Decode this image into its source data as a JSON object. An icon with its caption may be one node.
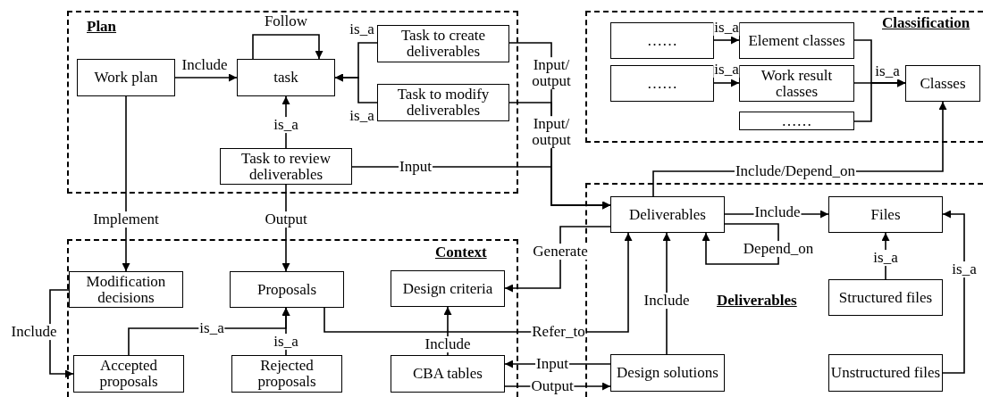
{
  "diagram": {
    "nodes": [
      {
        "text": [
          "Plan"
        ]
      },
      {
        "text": [
          "Work plan"
        ],
        "in": 0
      },
      {
        "text": [
          "task"
        ],
        "in": 0
      },
      {
        "text": [
          "Task to create deliverables"
        ],
        "in": 0
      },
      {
        "text": [
          "Task to modify deliverables"
        ],
        "in": 0
      },
      {
        "text": [
          "Task to review deliverables"
        ],
        "in": 0
      },
      {
        "text": [
          "Classification"
        ]
      },
      {
        "text": [
          "……"
        ],
        "in": 6
      },
      {
        "text": [
          "Element classes"
        ],
        "in": 6
      },
      {
        "text": [
          "……"
        ],
        "in": 6
      },
      {
        "text": [
          "Work result classes"
        ],
        "in": 6
      },
      {
        "text": [
          "……"
        ],
        "in": 6
      },
      {
        "text": [
          "Classes"
        ],
        "in": 6
      },
      {
        "text": [
          "Context"
        ]
      },
      {
        "text": [
          "Modification decisions"
        ],
        "in": 13
      },
      {
        "text": [
          "Proposals"
        ],
        "in": 13
      },
      {
        "text": [
          "Design criteria"
        ],
        "in": 13
      },
      {
        "text": [
          "Accepted proposals"
        ],
        "in": 13
      },
      {
        "text": [
          "Rejected proposals"
        ],
        "in": 13
      },
      {
        "text": [
          "CBA tables"
        ],
        "in": 13
      },
      {
        "text": [
          "Deliverables"
        ]
      },
      {
        "text": [
          "Deliverables"
        ],
        "in": 20
      },
      {
        "text": [
          "Files"
        ],
        "in": 20
      },
      {
        "text": [
          "Structured files"
        ],
        "in": 20
      },
      {
        "text": [
          "Design solutions"
        ],
        "in": 20
      },
      {
        "text": [
          "Unstructured files"
        ],
        "in": 20
      }
    ],
    "edges": [
      {
        "from": 1,
        "to": 2,
        "arrow": "to",
        "label": "Include"
      },
      {
        "from": 2,
        "to": 2,
        "arrow": "to",
        "label": "Follow"
      },
      {
        "from": 3,
        "to": 2,
        "arrow": "to",
        "label": "is_a"
      },
      {
        "from": 4,
        "to": 2,
        "arrow": "to",
        "label": "is_a"
      },
      {
        "from": 5,
        "to": 2,
        "arrow": "to",
        "label": "is_a"
      },
      {
        "from": 3,
        "to": 21,
        "arrow": "to",
        "label": "Input/ output"
      },
      {
        "from": 4,
        "to": 21,
        "arrow": "to",
        "label": "Input/ output"
      },
      {
        "from": 5,
        "to": 21,
        "arrow": "to",
        "label": "Input"
      },
      {
        "from": 21,
        "to": 12,
        "arrow": "to",
        "label": "Include/Depend_on"
      },
      {
        "from": 7,
        "to": 8,
        "arrow": "to",
        "label": "is_a"
      },
      {
        "from": 9,
        "to": 10,
        "arrow": "to",
        "label": "is_a"
      },
      {
        "from": 8,
        "to": 12,
        "arrow": "to"
      },
      {
        "from": 10,
        "to": 12,
        "arrow": "to",
        "label": "is_a"
      },
      {
        "from": 11,
        "to": 12,
        "arrow": "to"
      },
      {
        "from": 1,
        "to": 14,
        "arrow": "to",
        "label": "Implement"
      },
      {
        "from": 5,
        "to": 15,
        "arrow": "to",
        "label": "Output"
      },
      {
        "from": 14,
        "to": 17,
        "arrow": "to",
        "label": "Include"
      },
      {
        "from": 17,
        "to": 15,
        "arrow": "to",
        "label": "is_a"
      },
      {
        "from": 18,
        "to": 15,
        "arrow": "to",
        "label": "is_a"
      },
      {
        "from": 15,
        "to": 21,
        "arrow": "to",
        "label": "Refer_to"
      },
      {
        "from": 19,
        "to": 16,
        "arrow": "to",
        "label": "Include"
      },
      {
        "from": 21,
        "to": 16,
        "arrow": "to",
        "label": "Generate"
      },
      {
        "from": 24,
        "to": 19,
        "arrow": "to",
        "label": "Input"
      },
      {
        "from": 19,
        "to": 24,
        "arrow": "to",
        "label": "Output"
      },
      {
        "from": 24,
        "to": 21,
        "arrow": "to",
        "label": "Include"
      },
      {
        "from": 21,
        "to": 22,
        "arrow": "to",
        "label": "Include"
      },
      {
        "from": 21,
        "to": 21,
        "arrow": "to",
        "label": "Depend_on"
      },
      {
        "from": 23,
        "to": 22,
        "arrow": "to",
        "label": "is_a"
      },
      {
        "from": 25,
        "to": 22,
        "arrow": "to",
        "label": "is_a"
      }
    ]
  }
}
